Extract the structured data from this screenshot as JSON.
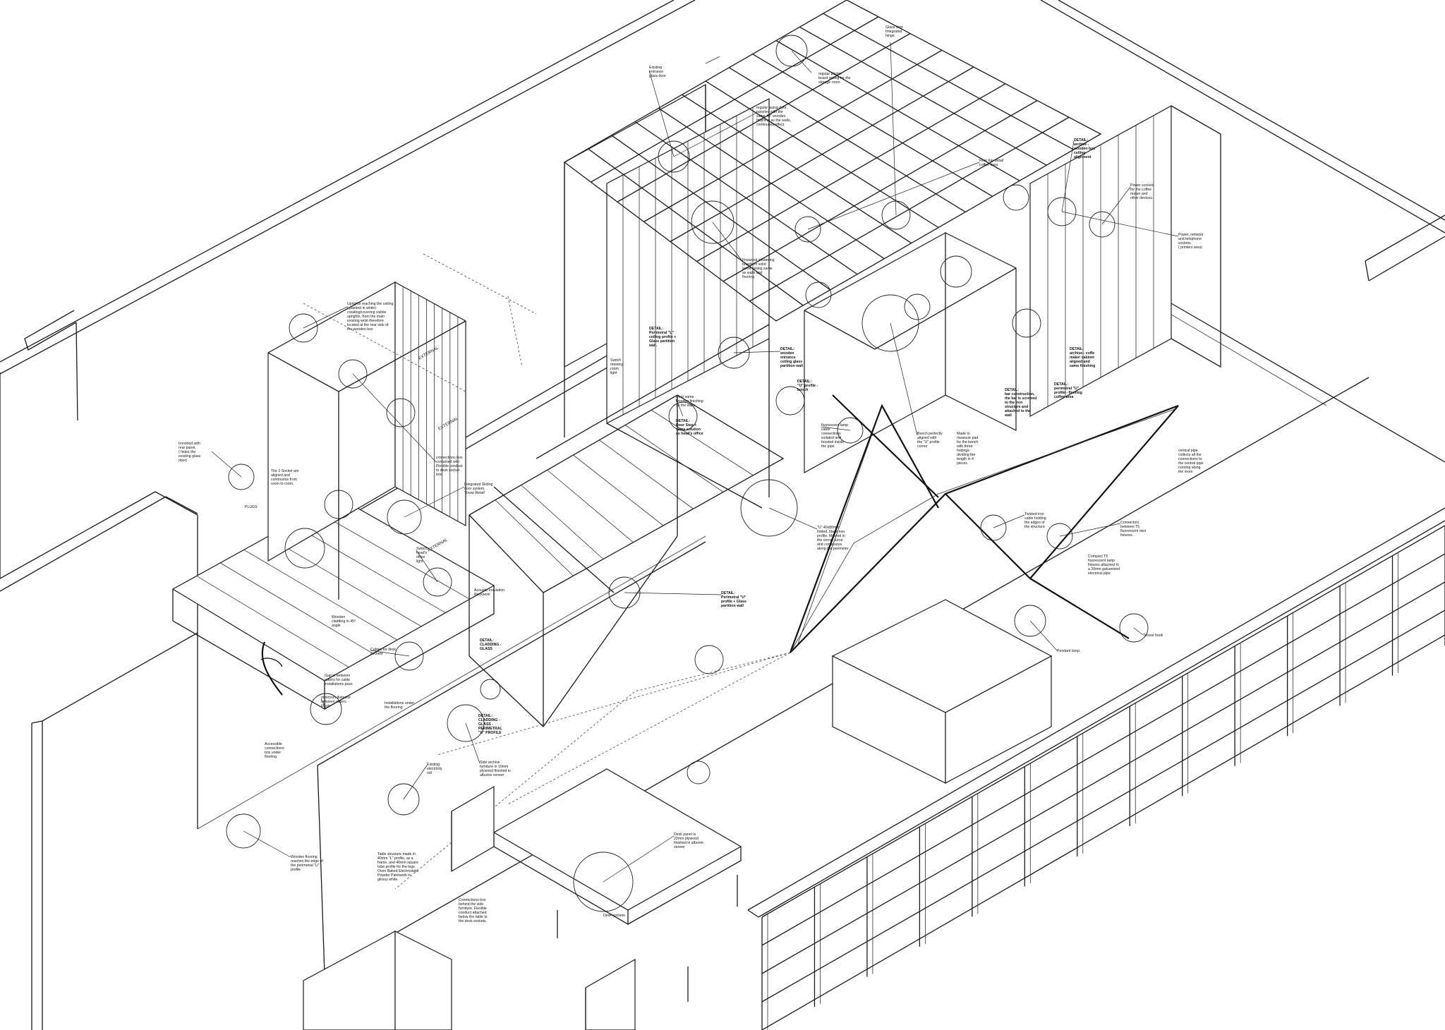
{
  "annotations": [
    {
      "id": "existing-entrance-glass-door",
      "text": "Existing\nentrance\nglass door"
    },
    {
      "id": "regular-plaster-ceiling",
      "text": "regular plaster\nboard ceiling for the\nstorage room"
    },
    {
      "id": "glass-door-integrated-hinge",
      "text": "Glass door\nIntegrated\nhinge."
    },
    {
      "id": "regular-swing-door",
      "text": "regular swing door,\npaneled with the\nsame 40\" wooden\nfinishing as the walls,\ncontinuous effect."
    },
    {
      "id": "rear-bar-detail",
      "text": "Rear bar detail\ncoffee area"
    },
    {
      "id": "detail-archive-box",
      "text": "DETAIL:\narchive -\nwooden box\nceiling\nalignment"
    },
    {
      "id": "power-sockets-coffee",
      "text": "Power sockets\nfor the coffee\nmaker and\nother devices."
    },
    {
      "id": "power-network-telephone",
      "text": "Power, network\nand telephone\nsockets.\n( printers area)"
    },
    {
      "id": "uprights-ceiling",
      "text": "Uprights reaching the ceiling\n( painted in white)\ncreating/covering visible\nuprights, from the main\nexisting wrist therefore\nlocated at the rear side of\nthe wooden box"
    },
    {
      "id": "firewood-shuttering",
      "text": "Firewood shuttering\nboards in solid\nwood ceiling same\nas walls and\nflooring"
    },
    {
      "id": "detail-perimetral-l-ceiling",
      "text": "DETAIL:\nPerimetral \"L\"\nceiling profile +\nGlass partition\nwall."
    },
    {
      "id": "switch-meeting-room",
      "text": "Switch\nmeeting\nroom\nlight"
    },
    {
      "id": "detail-wooden-entrance",
      "text": "DETAIL:\nwooden\nentrance\nceiling glass\npartition wall"
    },
    {
      "id": "door-same-wooden",
      "text": "Door same\nwooden finishing\nas the walls"
    },
    {
      "id": "detail-door-step",
      "text": "DETAIL:\nDoor Step +\nsame solution\nas head's office"
    },
    {
      "id": "detail-u-profile-bench",
      "text": "DETAIL:\n\"U\" profile -\nbench"
    },
    {
      "id": "detail-bar-construction",
      "text": "DETAIL:\nbar construction,\nthe bar is screwed\nto the iron\nstructure and\nattached to the\nwall"
    },
    {
      "id": "detail-archive-cabinet",
      "text": "DETAIL:\narchive - coffe\nmaker cabinet\naligned and\nsame finishing"
    },
    {
      "id": "detail-perimetral-u-flooring",
      "text": "DETAIL:\nperimetral \"U\"\nprofile - flooring\ncoffee area"
    },
    {
      "id": "fluorescent-lamp-cable",
      "text": "fluorescent lamp\ncable\nconnections\nisolated and\nbonded inside\nthe pipe"
    },
    {
      "id": "bench-perfectly-aligned",
      "text": "Bench perfectly\naligned with\nthe \"U\" profile\ncorner"
    },
    {
      "id": "made-to-measure-pad",
      "text": "Made to\nmeasure pad\nfor the bench\nwith three\nfoldings\ndividing the\nlength in 4\npieces"
    },
    {
      "id": "vertical-pipe",
      "text": "vertical pipe\ncollects all the\nconnections to\nthe central pipe\nrunning along\nthe room"
    },
    {
      "id": "ironshed-rear-panel",
      "text": "Ironshed with\nrear panel.\n( hides the\nexisting glass\ndoor)"
    },
    {
      "id": "connections-box",
      "text": "connections box\ncontained with\nFlexible conduct\nto desk socket\nbox."
    },
    {
      "id": "integrated-sliding-door",
      "text": "Integrated Sliding\ndoor system,\n'Know Retail'"
    },
    {
      "id": "two-sockets-aligned",
      "text": "The 2 Socket are\naligned and\ncontinuous from\nroom to room."
    },
    {
      "id": "plugs",
      "text": "PLUGS"
    },
    {
      "id": "switch-heads-office",
      "text": "Switch\nhead's\noffice\nlight"
    },
    {
      "id": "twisted-iron-cable",
      "text": "Twisted iron\ncable holding\nthe edges of\nthe structure"
    },
    {
      "id": "connectors-t5",
      "text": "Connectors\nbetween T5\nfluorescent mini\nfixtures."
    },
    {
      "id": "u-profile-iron",
      "text": "\"U\" 40x80mm\nfolded, black iron\nprofile. Mitered in\nthe corner turns\nand continuous\nalong the perimeter"
    },
    {
      "id": "compact-t5",
      "text": "Compact T5\nfluorescent lamp\nfixtures attached to\na 20mm galvanized\nelectrical pipe"
    },
    {
      "id": "acoustic-insulation",
      "text": "Acoustic insulation\nRockwool"
    },
    {
      "id": "wooden-cladding",
      "text": "Wooden\ncladding in 45º\nangle"
    },
    {
      "id": "detail-perimetral-u-glass",
      "text": "DETAIL:\nPerimetral \"U\"\nprofile + Glass\npartition wall"
    },
    {
      "id": "detail-cladding-glass",
      "text": "DETAIL:\nCLADDING -\nGLASS"
    },
    {
      "id": "cables-desk-sockets",
      "text": "Cables for desk\nsockets"
    },
    {
      "id": "tensor-hook",
      "text": "Tensor hook"
    },
    {
      "id": "pendant-lamp",
      "text": "Pendant lamp"
    },
    {
      "id": "gap-between-rafters",
      "text": "Gap in between\nrafters for cable\ninstallations pass"
    },
    {
      "id": "minimum-distance-rafters",
      "text": "minimum distance\nbetween rafters\n60cm"
    },
    {
      "id": "installations-under-flooring",
      "text": "Installations under\nthe flooring"
    },
    {
      "id": "detail-cladding-glass-u",
      "text": "DETAIL:\nCLADDING -\nGLASS -\nPERIMETRAL\n\"U\" PROFILE"
    },
    {
      "id": "accessible-connections-box",
      "text": "Accessible\nconnections\nbox under\nflooring"
    },
    {
      "id": "existing-electricity-rail",
      "text": "Existing\nelectricity\nrail"
    },
    {
      "id": "side-archive-furniture",
      "text": "Side archive\nfurniture in 10mm\nplywood finished in\nalburne veneer"
    },
    {
      "id": "table-structure",
      "text": "Table structure made in\n40mm \"L\" profile, as a\nframe, and 40mm square\ntube profile for the legs.\nOven Baked Electrostatic\nPowder Paintwork in\nglossy white."
    },
    {
      "id": "wooden-flooring-edge",
      "text": "Wooden flooring\nreaches the edge of\nthe perimetral \"U\"\nprofile"
    },
    {
      "id": "desk-panel",
      "text": "Desk panel is\n22mm plywood\nfinished in alburne\nveneer"
    },
    {
      "id": "connections-box-behind",
      "text": "Connections box\nbehind the side\nfurniture. Flexible\nconduct attached\nbelow the table to\nthe desk sockets."
    },
    {
      "id": "desk-sockets",
      "text": "Desk sockets"
    }
  ],
  "panel_labels": [
    {
      "id": "board-1",
      "text": "EXTERNAL"
    },
    {
      "id": "board-2",
      "text": "EXTERNAL"
    },
    {
      "id": "board-3",
      "text": "EXTERNAL"
    }
  ]
}
